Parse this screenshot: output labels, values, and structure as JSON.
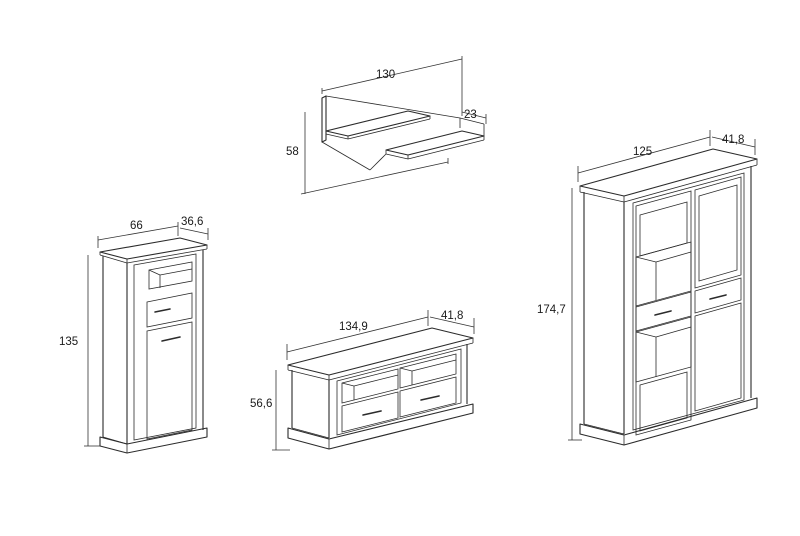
{
  "shelf": {
    "width": "130",
    "depth": "23",
    "height": "58"
  },
  "tall_cabinet": {
    "width": "66",
    "depth": "36,6",
    "height": "135"
  },
  "tv_unit": {
    "width": "134,9",
    "depth": "41,8",
    "height": "56,6"
  },
  "display_cabinet": {
    "width": "125",
    "depth": "41,8",
    "height": "174,7"
  },
  "colors": {
    "line": "#2b2b2b",
    "background": "#ffffff"
  }
}
